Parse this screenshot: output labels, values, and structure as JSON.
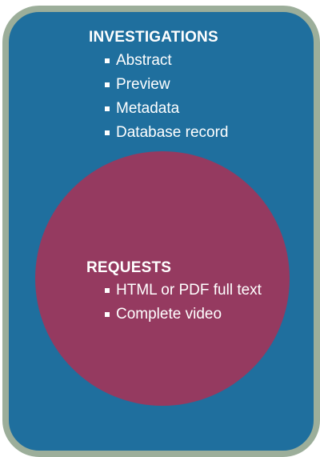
{
  "investigations": {
    "title": "INVESTIGATIONS",
    "items": [
      "Abstract",
      "Preview",
      "Metadata",
      "Database record"
    ]
  },
  "requests": {
    "title": "REQUESTS",
    "items": [
      "HTML or PDF full text",
      "Complete video"
    ]
  },
  "colors": {
    "outer_fill": "#1f6f9e",
    "outer_border": "#9cae9a",
    "circle_fill": "#953a60",
    "text": "#ffffff"
  }
}
